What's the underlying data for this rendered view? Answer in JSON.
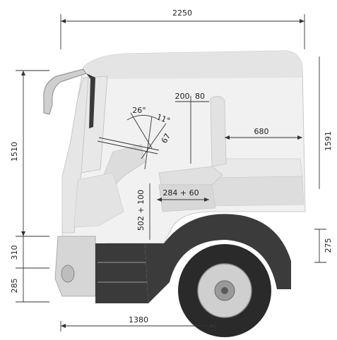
{
  "dimensions": {
    "overall_length": "2250",
    "height_1510": "1510",
    "height_1591": "1591",
    "height_310": "310",
    "height_285": "285",
    "height_275": "275",
    "seat_200": "200",
    "seat_80": "80",
    "bunk_680": "680",
    "seat_284_60": "284 + 60",
    "seat_502_100": "502 + 100",
    "angle_26": "26°",
    "angle_11": "11°",
    "steer_67": "67",
    "wheel_1380": "1380"
  },
  "colors": {
    "cab_body": "#f2f2f2",
    "cab_shadow": "#d9d9d9",
    "wheel_arch": "#3b3b3b",
    "tyre": "#2a2a2a",
    "rim": "#cfcfcf",
    "dimension_line": "#333333"
  }
}
